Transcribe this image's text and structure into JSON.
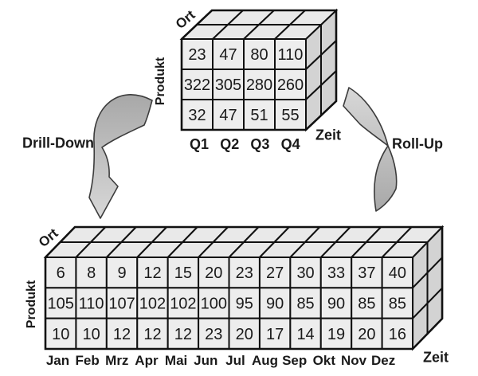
{
  "operations": {
    "drill_down": "Drill-Down",
    "roll_up": "Roll-Up"
  },
  "style": {
    "background": "#ffffff",
    "face_front": "#ededed",
    "face_top": "#e9e9e9",
    "face_side": "#d3d3d3",
    "outline": "#111111",
    "text": "#1a1a1a",
    "arrow_dark": "#a8a8a8",
    "arrow_light": "#d8d8d8"
  },
  "chart_data": [
    {
      "id": "quarterly_cube",
      "type": "table",
      "axis_labels": {
        "ort": "Ort",
        "produkt": "Produkt",
        "zeit": "Zeit"
      },
      "columns": [
        "Q1",
        "Q2",
        "Q3",
        "Q4"
      ],
      "rows": [
        [
          23,
          47,
          80,
          110
        ],
        [
          322,
          305,
          280,
          260
        ],
        [
          32,
          47,
          51,
          55
        ]
      ]
    },
    {
      "id": "monthly_cube",
      "type": "table",
      "axis_labels": {
        "ort": "Ort",
        "produkt": "Produkt",
        "zeit": "Zeit"
      },
      "columns": [
        "Jan",
        "Feb",
        "Mrz",
        "Apr",
        "Mai",
        "Jun",
        "Jul",
        "Aug",
        "Sep",
        "Okt",
        "Nov",
        "Dez"
      ],
      "rows": [
        [
          6,
          8,
          9,
          12,
          15,
          20,
          23,
          27,
          30,
          33,
          37,
          40
        ],
        [
          105,
          110,
          107,
          102,
          102,
          100,
          95,
          90,
          85,
          90,
          85,
          85
        ],
        [
          10,
          10,
          12,
          12,
          12,
          23,
          20,
          17,
          14,
          19,
          20,
          16
        ]
      ]
    }
  ]
}
